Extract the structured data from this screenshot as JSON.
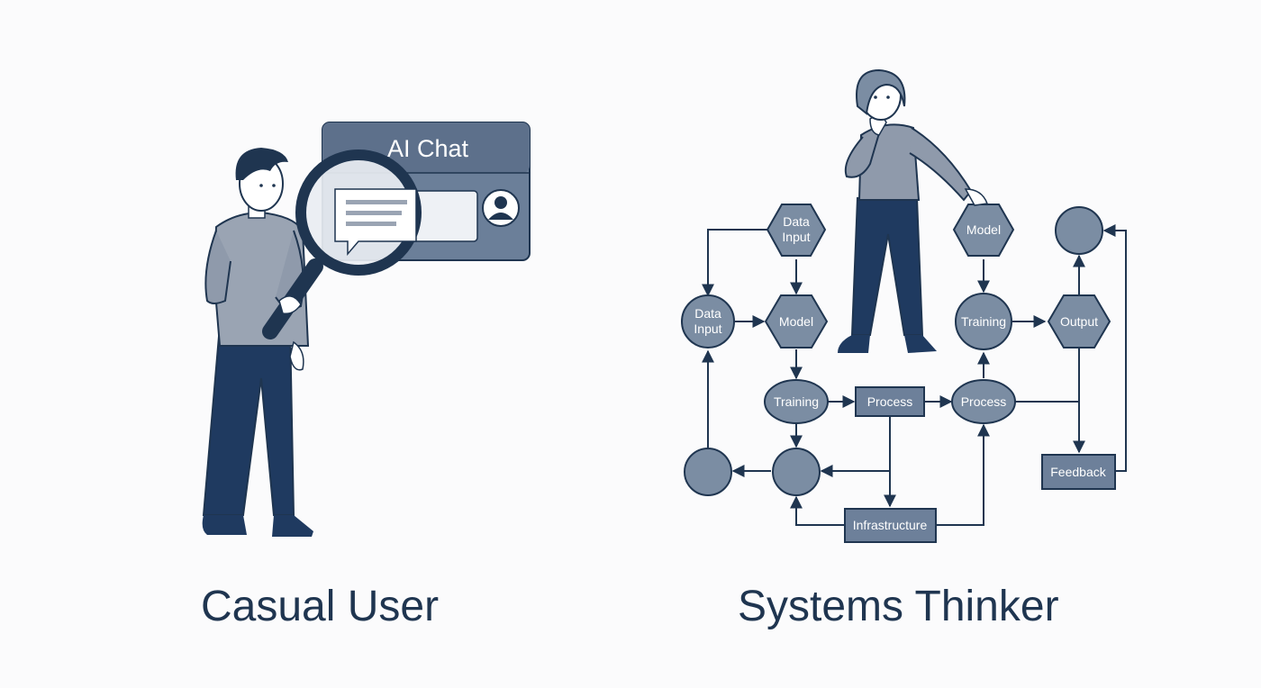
{
  "captions": {
    "left": "Casual User",
    "right": "Systems Thinker"
  },
  "chat_window": {
    "title": "AI Chat"
  },
  "diagram": {
    "nodes": {
      "hex_data_input": [
        "Data",
        "Input"
      ],
      "circle_data_input": [
        "Data",
        "Input"
      ],
      "hex_model_left": "Model",
      "hex_model_right": "Model",
      "ellipse_training_left": "Training",
      "rect_process": "Process",
      "ellipse_process_right": "Process",
      "circle_training_right": "Training",
      "hex_output": "Output",
      "rect_feedback": "Feedback",
      "rect_infrastructure": "Infrastructure"
    }
  },
  "colors": {
    "navy": "#1f3550",
    "node_fill": "#7b8da3",
    "rect_fill": "#6d809a",
    "sweater": "#8f9aab",
    "background": "#fbfbfc"
  }
}
